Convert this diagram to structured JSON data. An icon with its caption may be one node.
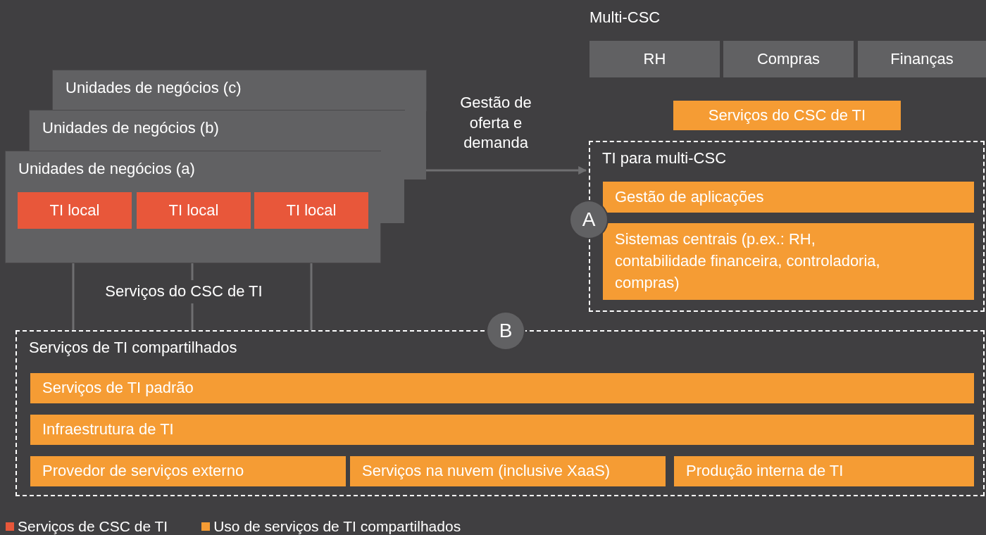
{
  "diagram": {
    "nodes": [
      {
        "text": [
          "Unidades de negócios (c)"
        ]
      },
      {
        "text": [
          "Unidades de negócios (b)"
        ]
      },
      {
        "text": [
          "Unidades de negócios (a)"
        ]
      },
      {
        "text": [
          "TI local"
        ],
        "in": 2
      },
      {
        "text": [
          "TI local"
        ],
        "in": 2
      },
      {
        "text": [
          "TI local"
        ],
        "in": 2
      },
      {
        "text": [
          "RH"
        ]
      },
      {
        "text": [
          "Compras"
        ]
      },
      {
        "text": [
          "Finanças"
        ]
      },
      {
        "text": [
          "Serviços do CSC de TI"
        ]
      },
      {
        "text": [
          "TI para multi-CSC"
        ]
      },
      {
        "text": [
          "Gestão de aplicações"
        ],
        "in": 10
      },
      {
        "text": [
          "Sistemas centrais (p.ex.: RH, contabilidade financeira, controladoria, compras)"
        ],
        "in": 10
      },
      {
        "text": [
          "A"
        ]
      },
      {
        "text": [
          "Serviços de TI compartilhados"
        ]
      },
      {
        "text": [
          "Serviços de TI padrão"
        ],
        "in": 14
      },
      {
        "text": [
          "Infraestrutura de TI"
        ],
        "in": 14
      },
      {
        "text": [
          "Provedor de serviços externo"
        ],
        "in": 14
      },
      {
        "text": [
          "Serviços na nuvem (inclusive XaaS)"
        ],
        "in": 14
      },
      {
        "text": [
          "Produção interna de TI"
        ],
        "in": 14
      },
      {
        "text": [
          "B"
        ]
      },
      {
        "text": [],
        "shape": "bar"
      },
      {
        "text": [],
        "shape": "bar"
      }
    ],
    "edges": [
      {
        "from": 21,
        "to": 10,
        "arrow": "to",
        "label": "Gestão de oferta e demanda"
      },
      {
        "from": 2,
        "to": 14,
        "arrow": "none"
      },
      {
        "from": 2,
        "to": 14,
        "arrow": "none",
        "label": "Serviços do CSC de TI"
      },
      {
        "from": 2,
        "to": 14,
        "arrow": "none"
      }
    ],
    "labels": [
      "Multi-CSC"
    ],
    "legend": [
      {
        "text": "Serviços de CSC de TI",
        "color": "#e8573a"
      },
      {
        "text": "Uso de serviços de TI compartilhados",
        "color": "#f59c34"
      }
    ]
  }
}
